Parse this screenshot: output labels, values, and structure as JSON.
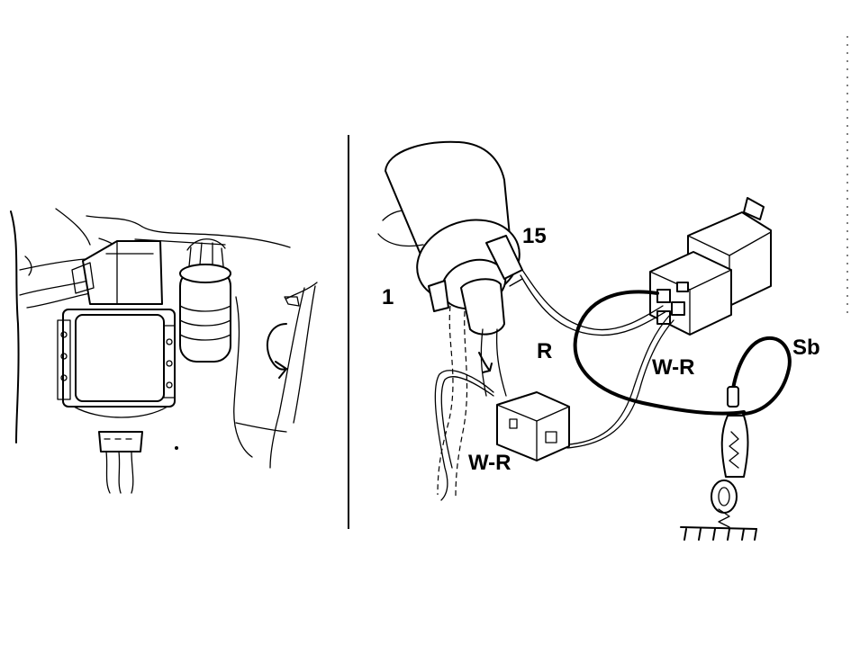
{
  "labels": {
    "terminal_1": "1",
    "terminal_15": "15",
    "wire_r": "R",
    "wire_wr_upper": "W-R",
    "wire_wr_lower": "W-R",
    "wire_sb": "Sb"
  }
}
